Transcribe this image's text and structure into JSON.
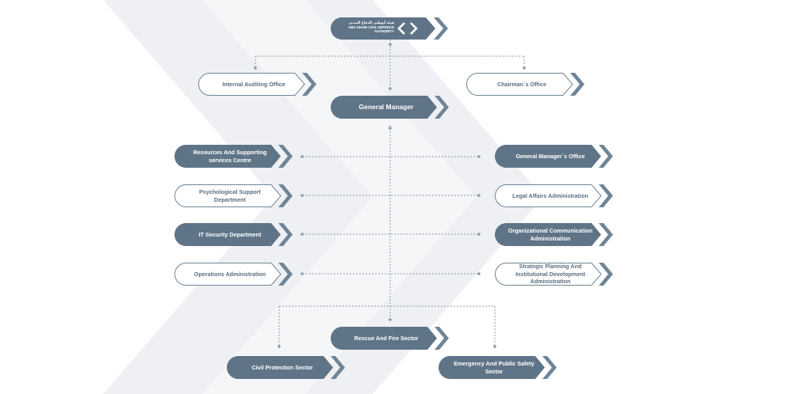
{
  "colors": {
    "dark_fill": "#5f7487",
    "light_fill": "#ffffff",
    "outline": "#6f8597",
    "chevron": "#6f8597",
    "connector": "#8a9aa8",
    "background_band": "#eceef1"
  },
  "logo": {
    "arabic_text": "هيئة أبوظبي للدفاع المدني",
    "english_line1": "ABU DHABI CIVIL DEFENCE",
    "english_line2": "AUTHORITY",
    "icon": "adcda-logo-icon"
  },
  "nodes": {
    "internal_audit": "Internal Auditing Office",
    "chairman": "Chairman`s Office",
    "general_manager": "General Manager",
    "resources": "Resources And Supporting services Centre",
    "gm_office": "General Manager`s Office",
    "psych": "Psychological Support Department",
    "legal": "Legal Affairs Administration",
    "it_security": "IT Security Department",
    "org_comm": "Organizational Communication Administration",
    "operations": "Operations Administration",
    "strategic": "Strategic Planning And Institutional Development Administration",
    "rescue": "Rescue And Fire Sector",
    "civil_protection": "Civil Protection Sector",
    "emergency": "Emergency And Public Safety Sector"
  }
}
